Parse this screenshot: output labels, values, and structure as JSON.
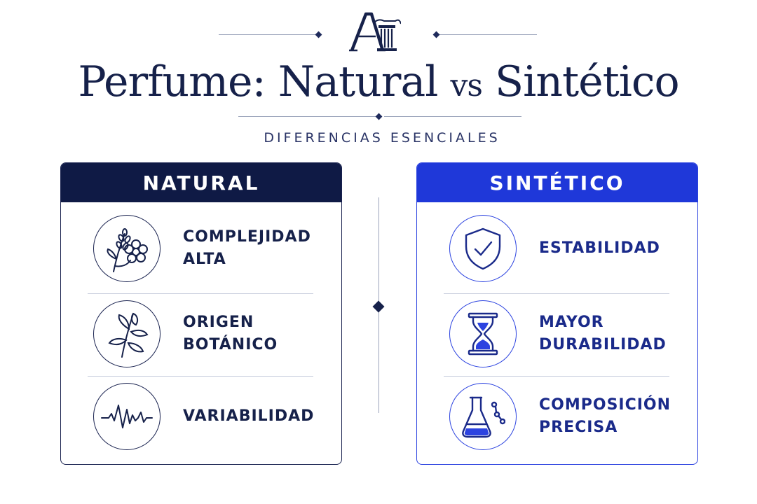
{
  "header": {
    "title_main": "Perfume: Natural ",
    "title_vs": "vs",
    "title_end": " Sintético",
    "subtitle": "DIFERENCIAS ESENCIALES"
  },
  "natural": {
    "title": "NATURAL",
    "items": [
      {
        "label": "COMPLEJIDAD\nALTA",
        "icon": "flower-icon"
      },
      {
        "label": "ORIGEN\nBOTÁNICO",
        "icon": "leaf-icon"
      },
      {
        "label": "VARIABILIDAD",
        "icon": "waveform-icon"
      }
    ]
  },
  "synthetic": {
    "title": "SINTÉTICO",
    "items": [
      {
        "label": "ESTABILIDAD",
        "icon": "shield-check-icon"
      },
      {
        "label": "MAYOR\nDURABILIDAD",
        "icon": "hourglass-icon"
      },
      {
        "label": "COMPOSICIÓN\nPRECISA",
        "icon": "flask-icon"
      }
    ]
  },
  "colors": {
    "navy": "#0f1a45",
    "royal_blue": "#1f38d9",
    "text_dark": "#16214a"
  }
}
